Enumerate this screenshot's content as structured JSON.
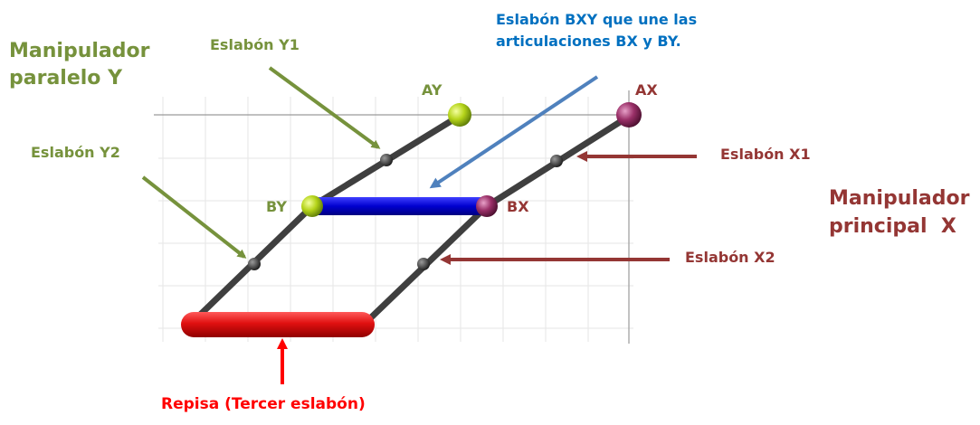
{
  "colors": {
    "green_label": "#76923c",
    "maroon_label": "#943634",
    "blue_label": "#0070c0",
    "red_label": "#ff0000",
    "link_gray": "#3f3f3f",
    "bxy_link": "#0b0bd6",
    "shelf": "#e31c1c",
    "joint_green": "#a8c81c",
    "joint_magenta": "#8c2a5e"
  },
  "labels": {
    "manipulador_y_line1": "Manipulador",
    "manipulador_y_line2": "paralelo Y",
    "eslabon_y1": "Eslabón Y1",
    "eslabon_y2": "Eslabón Y2",
    "eslabon_bxy_line1": "Eslabón BXY que une las",
    "eslabon_bxy_line2": "articulaciones BX y BY.",
    "ay": "AY",
    "ax": "AX",
    "by": "BY",
    "bx": "BX",
    "eslabon_x1": "Eslabón X1",
    "eslabon_x2": "Eslabón X2",
    "manipulador_x_line1": "Manipulador",
    "manipulador_x_line2": "principal  X",
    "repisa": "Repisa (Tercer eslabón)"
  }
}
